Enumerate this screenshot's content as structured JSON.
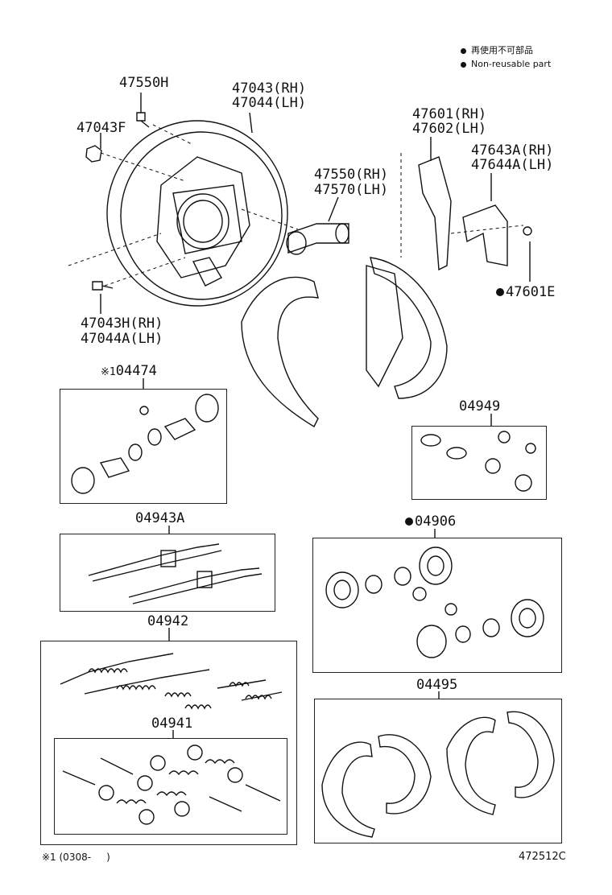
{
  "legend": {
    "jp": "再使用不可部品",
    "en": "Non-reusable part"
  },
  "parts": {
    "p47550H": "47550H",
    "p47043F": "47043F",
    "p47043": "47043(RH)",
    "p47044": "47044(LH)",
    "p47550": "47550(RH)",
    "p47570": "47570(LH)",
    "p47601": "47601(RH)",
    "p47602": "47602(LH)",
    "p47643A": "47643A(RH)",
    "p47644A": "47644A(LH)",
    "p47601E": "47601E",
    "p47043H": "47043H(RH)",
    "p47044A": "47044A(LH)",
    "p04474": "04474",
    "p04474_prefix": "※1",
    "p04949": "04949",
    "p04943A": "04943A",
    "p04906": "04906",
    "p04942": "04942",
    "p04495": "04495",
    "p04941": "04941"
  },
  "footer": {
    "note": "※1 (0308-     )",
    "code": "472512C"
  }
}
